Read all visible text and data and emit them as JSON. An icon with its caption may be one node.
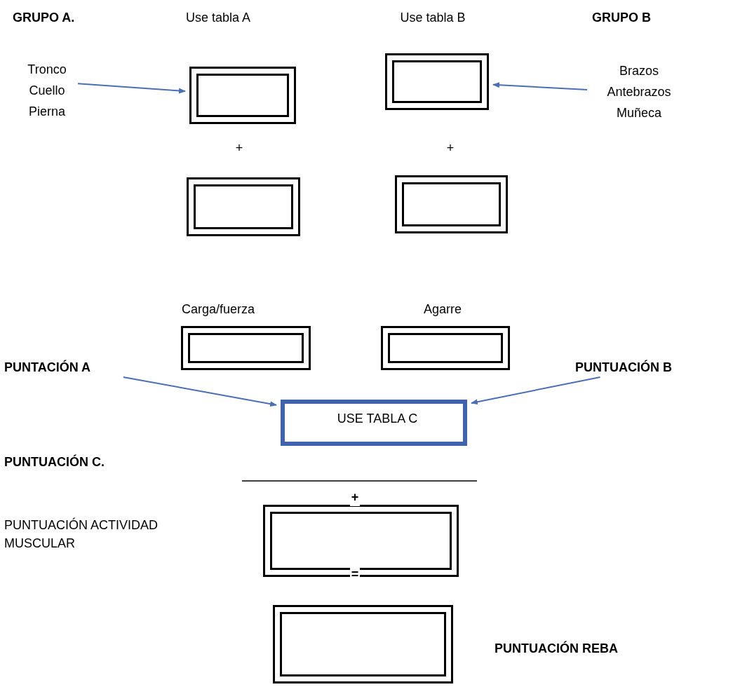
{
  "diagram": {
    "nodes": [
      {
        "text": [
          "Tronco Cuello Pierna"
        ]
      },
      {
        "text": [],
        "shape": "box"
      },
      {
        "text": [],
        "shape": "box"
      },
      {
        "text": [
          "Brazos Antebrazos Muñeca"
        ]
      },
      {
        "text": [],
        "shape": "box"
      },
      {
        "text": [],
        "shape": "box"
      },
      {
        "text": [],
        "shape": "box"
      },
      {
        "text": [],
        "shape": "box"
      },
      {
        "text": [
          "PUNTACIÓN A"
        ]
      },
      {
        "text": [
          "PUNTUACIÓN B"
        ]
      },
      {
        "text": [
          "USE TABLA C"
        ]
      },
      {
        "text": [],
        "shape": "box"
      },
      {
        "text": [],
        "shape": "box"
      }
    ],
    "edges": [
      {
        "from": 0,
        "to": 1,
        "arrow": "to"
      },
      {
        "from": 3,
        "to": 2,
        "arrow": "to"
      },
      {
        "from": 8,
        "to": 10,
        "arrow": "to"
      },
      {
        "from": 9,
        "to": 10,
        "arrow": "to"
      }
    ],
    "labels": [
      "GRUPO A.",
      "Use tabla A",
      "Use tabla B",
      "GRUPO B",
      "+",
      "+",
      "Carga/fuerza",
      "Agarre",
      "PUNTUACIÓN C.",
      "+",
      "PUNTUACIÓN ACTIVIDAD MUSCULAR",
      "=",
      "PUNTUACIÓN REBA"
    ]
  }
}
